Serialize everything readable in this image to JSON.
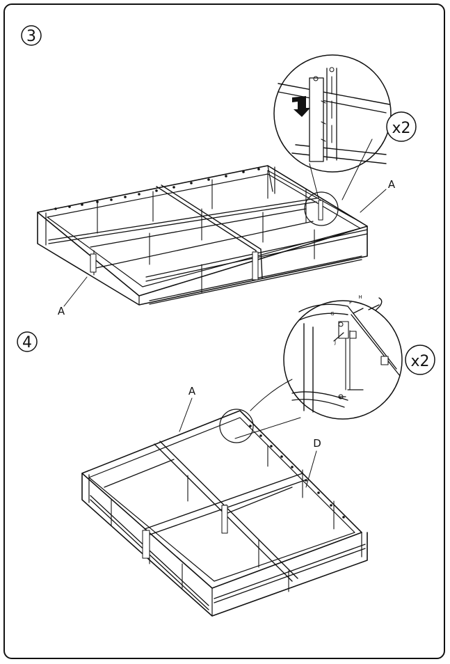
{
  "steps": [
    {
      "number": "3",
      "multiplier": "x2",
      "callouts": [
        "A",
        "A"
      ]
    },
    {
      "number": "4",
      "multiplier": "x2",
      "callouts": [
        "A",
        "D"
      ],
      "detail_parts": [
        "F",
        "H",
        "G",
        "J"
      ]
    }
  ]
}
